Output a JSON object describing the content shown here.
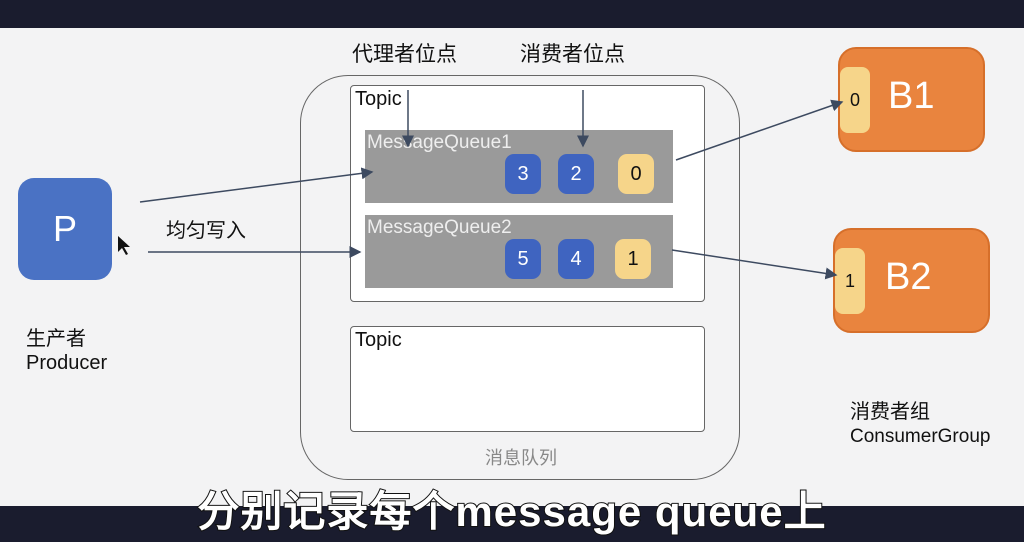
{
  "labels": {
    "broker_offset": "代理者位点",
    "consumer_offset": "消费者位点",
    "even_write": "均匀写入",
    "producer_cn": "生产者",
    "producer_en": "Producer",
    "consumer_group_cn": "消费者组",
    "consumer_group_en": "ConsumerGroup",
    "message_queue_cn": "消息队列"
  },
  "producer": {
    "label": "P"
  },
  "topics": [
    {
      "label": "Topic",
      "queues": [
        {
          "label": "MessageQueue1",
          "cells": [
            "3",
            "2",
            "0"
          ]
        },
        {
          "label": "MessageQueue2",
          "cells": [
            "5",
            "4",
            "1"
          ]
        }
      ]
    },
    {
      "label": "Topic"
    }
  ],
  "brokers": [
    {
      "label": "B1",
      "offset": "0"
    },
    {
      "label": "B2",
      "offset": "1"
    }
  ],
  "subtitle": "分别记录每个message queue上",
  "colors": {
    "blue": "#3f64c0",
    "yellow": "#f6d58a",
    "orange": "#e9843e",
    "gray": "#9a9a9a"
  }
}
